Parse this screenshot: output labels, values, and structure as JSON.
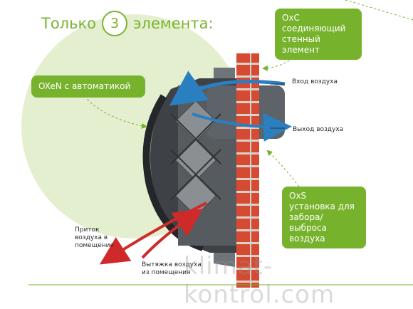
{
  "headline": {
    "prefix": "Только",
    "number": "3",
    "suffix": "элемента:"
  },
  "callouts": {
    "oxen": {
      "text": "OXeN с автоматикой"
    },
    "oxc": {
      "lines": [
        "OxC",
        "соединяющий",
        "стенный элемент"
      ]
    },
    "oxs": {
      "lines": [
        "OxS",
        "установка для",
        "забора/выброса",
        "воздуха"
      ]
    }
  },
  "labels": {
    "air_in": "Вход воздуха",
    "air_out": "Выход воздуха",
    "supply": [
      "Приток",
      "воздуха в",
      "помещение"
    ],
    "exhaust": [
      "Вытяжка воздуха",
      "из помещения"
    ]
  },
  "watermark": "klimat-kontrol.com",
  "colors": {
    "accent_green": "#77b22c",
    "circle_bg": "#e4efcf",
    "brick": "#d64a32",
    "arrow_blue": "#2a7fc1",
    "arrow_red": "#cf2a2a"
  }
}
